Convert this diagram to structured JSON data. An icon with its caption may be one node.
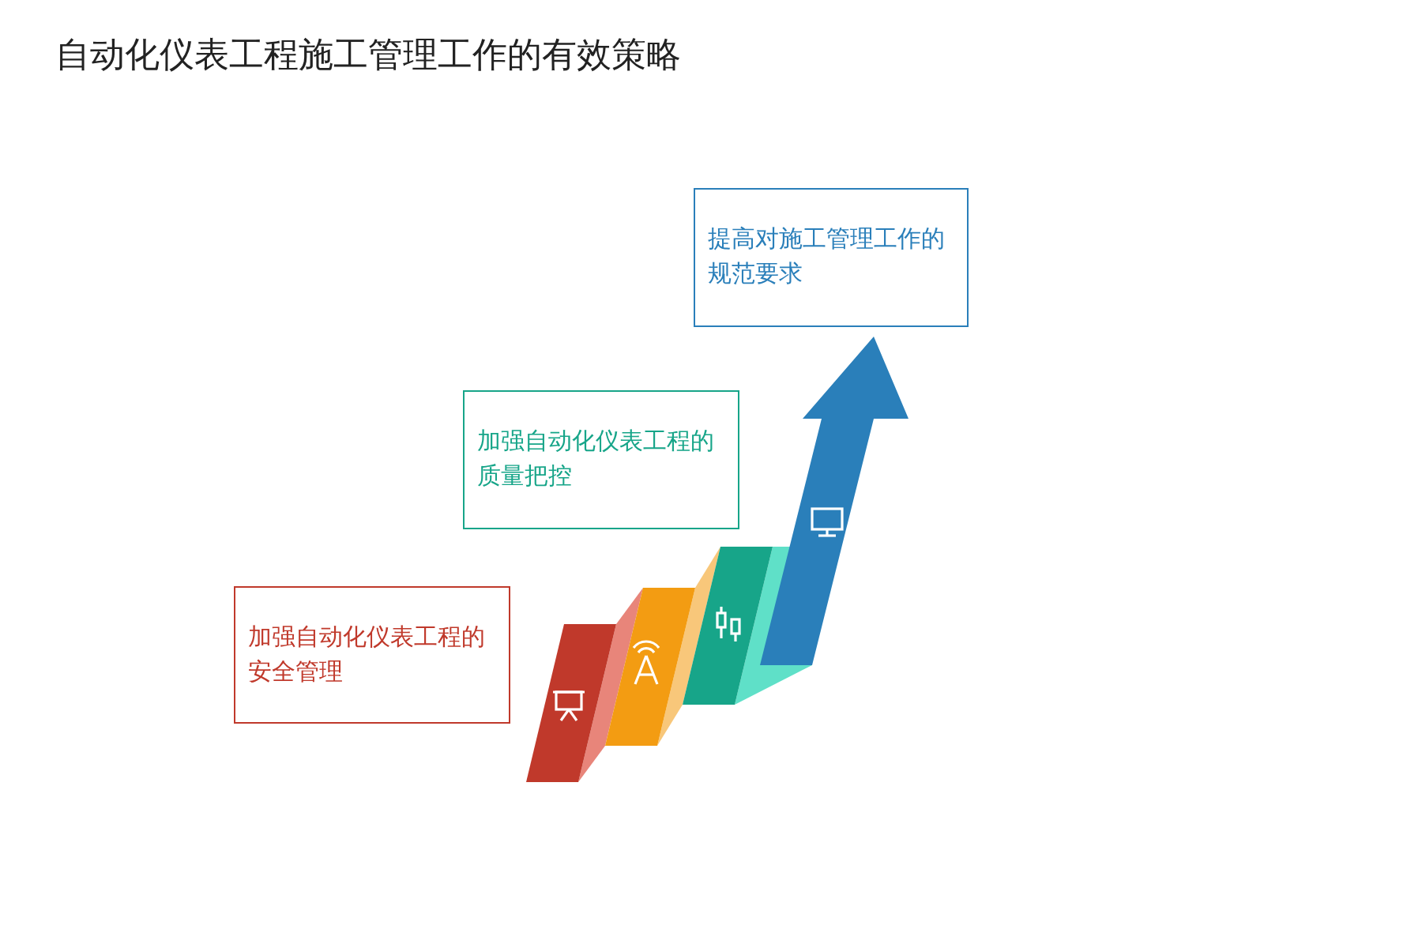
{
  "diagram": {
    "title": "自动化仪表工程施工管理工作的有效策略",
    "nodes": [
      {
        "text": [
          "加强自动化仪表工程的安全管理"
        ]
      },
      {
        "text": [
          "加强自动化仪表工程的质量把控"
        ]
      },
      {
        "text": [
          "提高对施工管理工作的规范要求"
        ]
      }
    ]
  }
}
